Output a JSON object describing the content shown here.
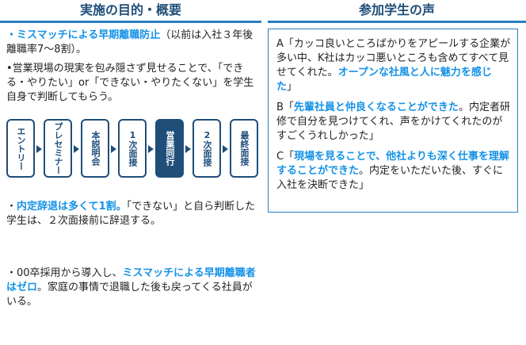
{
  "left": {
    "heading": "実施の目的・概要",
    "p1_blue": "・ミスマッチによる早期離職防止",
    "p1_rest": "（以前は入社３年後離職率7～8割）。",
    "p2": "•営業現場の現実を包み隠さず見せることで、「できる・やりたい」or「できない・やりたくない」を学生自身で判断してもらう。",
    "flow": [
      "エントリー",
      "プレセミナー",
      "本説明会",
      "1次面接",
      "営業同行",
      "2次面接",
      "最終面接"
    ],
    "p3_prefix": "・",
    "p3_blue": "内定辞退は多くて1割。",
    "p3_rest": "「できない」と自ら判断した学生は、２次面接前に辞退する。",
    "p4_prefix": "・00卒採用から導入し、",
    "p4_blue": "ミスマッチによる早期離職者はゼロ",
    "p4_rest": "。家庭の事情で退職した後も戻ってくる社員がいる。"
  },
  "right": {
    "heading": "参加学生の声",
    "a_text": "A「カッコ良いところばかりをアピールする企業が多い中、K社はカッコ悪いところも含めてすべて見せてくれた。",
    "a_blue": "オープンな社風と人に魅力を感じた",
    "a_end": "」",
    "b_prefix": "B「",
    "b_blue": "先輩社員と仲良くなることができた",
    "b_rest": "。内定者研修で自分を見つけてくれ、声をかけてくれたのがすごくうれしかった」",
    "c_prefix": "C「",
    "c_blue": "現場を見ることで、他社よりも深く仕事を理解することができた",
    "c_rest": "。内定をいただいた後、すぐに入社を決断できた」"
  },
  "colors": {
    "accent": "#1592e6",
    "navy": "#1f4e79",
    "rule": "#2a7fc1"
  }
}
